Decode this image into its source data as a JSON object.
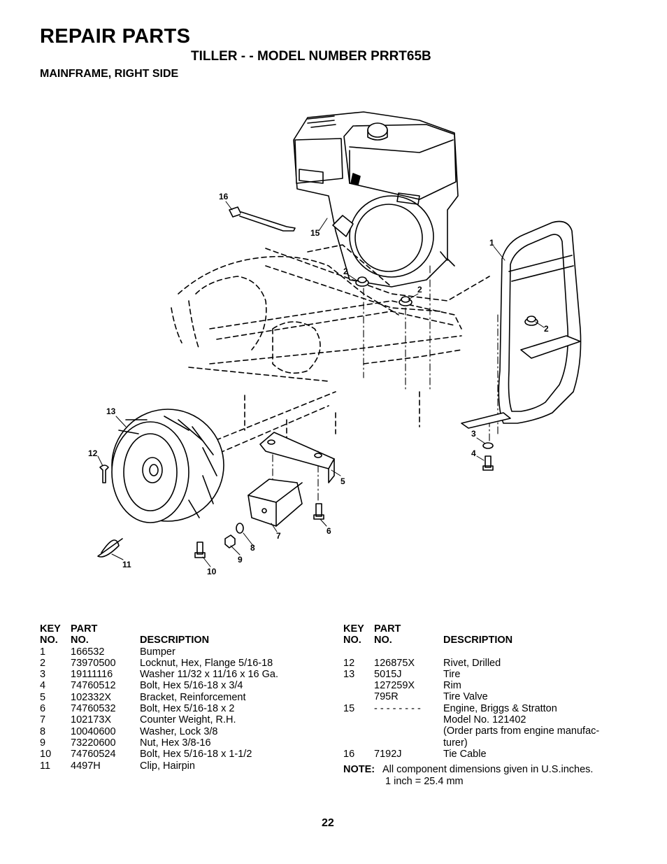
{
  "header": {
    "title": "REPAIR PARTS",
    "subtitle": "TILLER - - MODEL NUMBER PRRT65B",
    "section": "MAINFRAME, RIGHT SIDE"
  },
  "diagram": {
    "callouts": {
      "c1": "1",
      "c2a": "2",
      "c2b": "2",
      "c2c": "2",
      "c3": "3",
      "c4": "4",
      "c5": "5",
      "c6": "6",
      "c7": "7",
      "c8": "8",
      "c9": "9",
      "c10": "10",
      "c11": "11",
      "c12": "12",
      "c13": "13",
      "c15": "15",
      "c16": "16"
    }
  },
  "table_headers": {
    "key": "KEY\nNO.",
    "part": "PART\nNO.",
    "desc": "DESCRIPTION"
  },
  "parts_left": [
    {
      "key": "1",
      "part": "166532",
      "desc": "Bumper"
    },
    {
      "key": "2",
      "part": "73970500",
      "desc": "Locknut, Hex, Flange  5/16-18"
    },
    {
      "key": "3",
      "part": "19111116",
      "desc": "Washer  11/32 x 11/16 x 16 Ga."
    },
    {
      "key": "4",
      "part": "74760512",
      "desc": "Bolt, Hex  5/16-18 x 3/4"
    },
    {
      "key": "5",
      "part": "102332X",
      "desc": "Bracket, Reinforcement"
    },
    {
      "key": "6",
      "part": "74760532",
      "desc": "Bolt, Hex  5/16-18 x 2"
    },
    {
      "key": "7",
      "part": "102173X",
      "desc": "Counter Weight, R.H."
    },
    {
      "key": "8",
      "part": "10040600",
      "desc": "Washer, Lock  3/8"
    },
    {
      "key": "9",
      "part": "73220600",
      "desc": "Nut, Hex  3/8-16"
    },
    {
      "key": "10",
      "part": "74760524",
      "desc": "Bolt, Hex  5/16-18 x 1-1/2"
    },
    {
      "key": "11",
      "part": "4497H",
      "desc": "Clip, Hairpin"
    }
  ],
  "parts_right": [
    {
      "key": "12",
      "part": "126875X",
      "desc": "Rivet, Drilled"
    },
    {
      "key": "13",
      "part": "5015J",
      "desc": "Tire"
    },
    {
      "key": "",
      "part": "127259X",
      "desc": "Rim"
    },
    {
      "key": "",
      "part": "795R",
      "desc": "Tire Valve"
    },
    {
      "key": "15",
      "part": "- - - - - - - -",
      "desc": "Engine, Briggs & Stratton"
    },
    {
      "key": "",
      "part": "",
      "desc": "Model No. 121402"
    },
    {
      "key": "",
      "part": "",
      "desc": "(Order parts from engine manufac-"
    },
    {
      "key": "",
      "part": "",
      "desc": "turer)"
    },
    {
      "key": "16",
      "part": "7192J",
      "desc": "Tie Cable"
    }
  ],
  "note": {
    "label": "NOTE:",
    "line1": "All component dimensions given in U.S.inches.",
    "line2": "1 inch = 25.4 mm"
  },
  "page_number": "22"
}
